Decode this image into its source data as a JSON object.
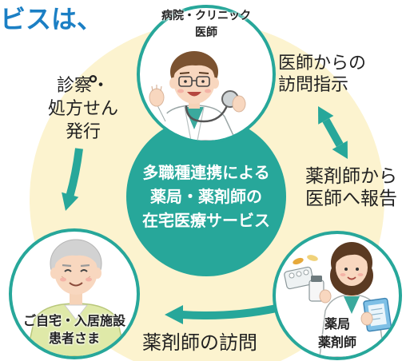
{
  "heading": {
    "fragment": "ビスは、",
    "tail": "。"
  },
  "center": {
    "lines": [
      "多職種連携による",
      "薬局・薬剤師の",
      "在宅医療サービス"
    ]
  },
  "nodes": {
    "doctor": {
      "lines": [
        "病院・クリニック",
        "医師"
      ],
      "icon": "doctor-illustration"
    },
    "patient": {
      "lines": [
        "ご自宅・入居施設",
        "患者さま"
      ],
      "icon": "elderly-patient-illustration"
    },
    "pharmacist": {
      "lines": [
        "薬局",
        "薬剤師"
      ],
      "icon": "pharmacist-illustration"
    }
  },
  "flows": {
    "doctor_instruction": {
      "lines": [
        "医師からの",
        "訪問指示"
      ]
    },
    "pharmacist_report": {
      "lines": [
        "薬剤師から",
        "医師へ報告"
      ]
    },
    "prescription": {
      "lines": [
        "診察・",
        "処方せん",
        "発行"
      ]
    },
    "visit": {
      "lines": [
        "薬剤師の訪問"
      ]
    }
  },
  "arrows": {
    "doctor_pharmacist": "double-arrow-icon",
    "doctor_patient": "down-arrow-icon",
    "pharmacist_patient": "left-arrow-icon"
  },
  "colors": {
    "accent": "#27a79a",
    "ring": "#fcf3cf",
    "heading": "#1b7fc4",
    "text": "#222222"
  }
}
